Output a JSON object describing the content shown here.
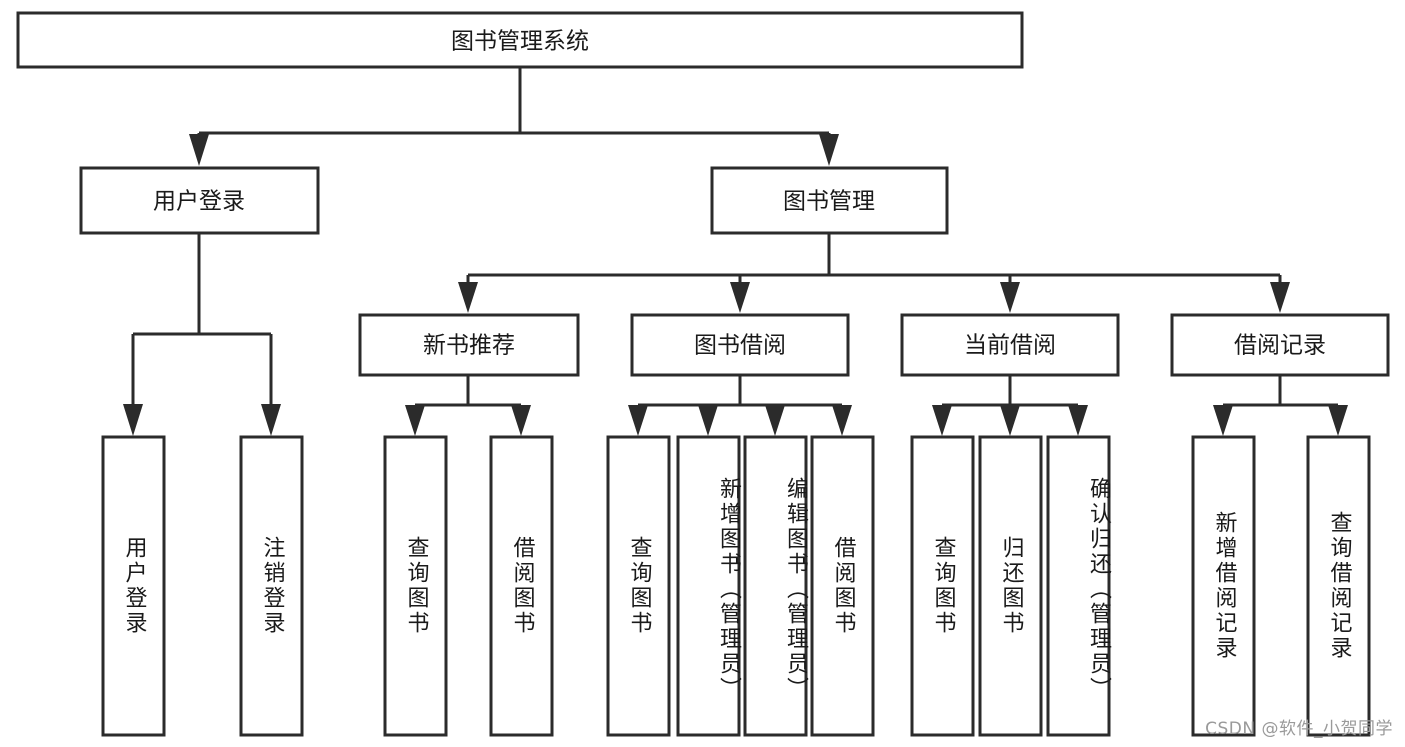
{
  "diagram": {
    "title": "图书管理系统",
    "type": "tree-hierarchy-diagram",
    "root": {
      "id": "root",
      "label": "图书管理系统",
      "orientation": "horizontal"
    },
    "level2": [
      {
        "id": "user-login",
        "label": "用户登录",
        "orientation": "horizontal"
      },
      {
        "id": "book-management",
        "label": "图书管理",
        "orientation": "horizontal"
      }
    ],
    "level3": [
      {
        "id": "new-book-recommend",
        "label": "新书推荐",
        "orientation": "horizontal",
        "parent": "book-management"
      },
      {
        "id": "book-borrow",
        "label": "图书借阅",
        "orientation": "horizontal",
        "parent": "book-management"
      },
      {
        "id": "current-borrow",
        "label": "当前借阅",
        "orientation": "horizontal",
        "parent": "book-management"
      },
      {
        "id": "borrow-record",
        "label": "借阅记录",
        "orientation": "horizontal",
        "parent": "book-management"
      }
    ],
    "leaves": [
      {
        "id": "leaf-user-login",
        "label": "用户登录",
        "parent": "user-login",
        "orientation": "vertical"
      },
      {
        "id": "leaf-logout-login",
        "label": "注销登录",
        "parent": "user-login",
        "orientation": "vertical"
      },
      {
        "id": "leaf-query-book-1",
        "label": "查询图书",
        "parent": "new-book-recommend",
        "orientation": "vertical"
      },
      {
        "id": "leaf-borrow-book-1",
        "label": "借阅图书",
        "parent": "new-book-recommend",
        "orientation": "vertical"
      },
      {
        "id": "leaf-query-book-2",
        "label": "查询图书",
        "parent": "book-borrow",
        "orientation": "vertical"
      },
      {
        "id": "leaf-add-book",
        "label": "新增图书（管理员）",
        "parent": "book-borrow",
        "orientation": "vertical"
      },
      {
        "id": "leaf-edit-book",
        "label": "编辑图书（管理员）",
        "parent": "book-borrow",
        "orientation": "vertical"
      },
      {
        "id": "leaf-borrow-book-2",
        "label": "借阅图书",
        "parent": "book-borrow",
        "orientation": "vertical"
      },
      {
        "id": "leaf-query-book-3",
        "label": "查询图书",
        "parent": "current-borrow",
        "orientation": "vertical"
      },
      {
        "id": "leaf-return-book",
        "label": "归还图书",
        "parent": "current-borrow",
        "orientation": "vertical"
      },
      {
        "id": "leaf-confirm-return",
        "label": "确认归还（管理员）",
        "parent": "current-borrow",
        "orientation": "vertical"
      },
      {
        "id": "leaf-add-record",
        "label": "新增借阅记录",
        "parent": "borrow-record",
        "orientation": "vertical"
      },
      {
        "id": "leaf-query-record",
        "label": "查询借阅记录",
        "parent": "borrow-record",
        "orientation": "vertical"
      }
    ]
  },
  "watermark": {
    "text": "CSDN @软件_小贺同学"
  },
  "colors": {
    "background": "#ffffff",
    "box_fill": "#ffffff",
    "box_stroke": "#2b2b2b",
    "text": "#1a1a1a",
    "watermark": "#9a9a9a"
  }
}
